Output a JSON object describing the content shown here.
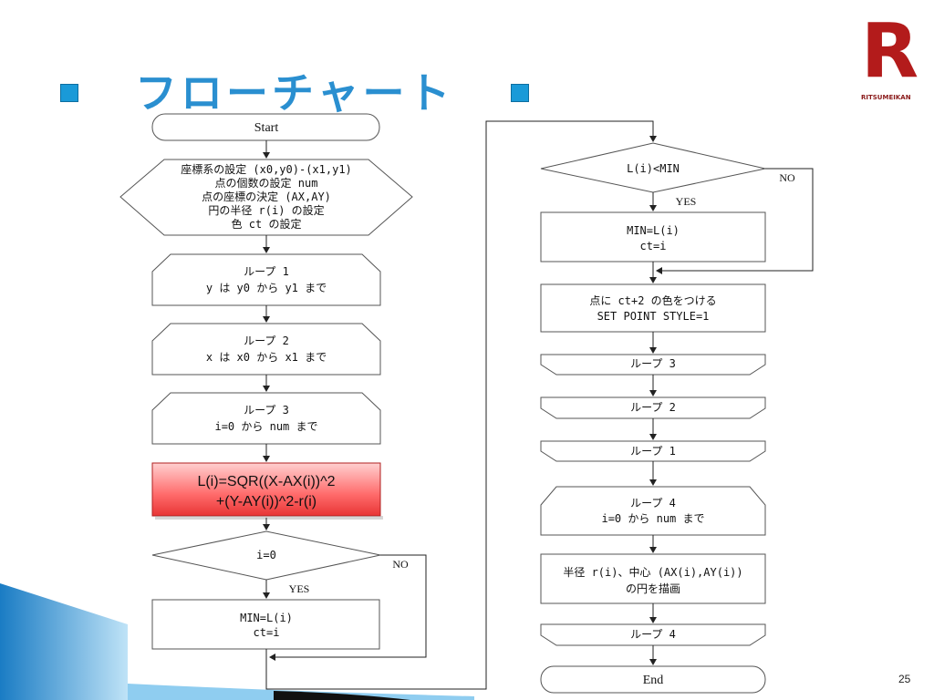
{
  "slide": {
    "title": "フローチャート",
    "page_number": "25",
    "logo": {
      "letter": "R",
      "text": "RITSUMEIKAN",
      "color": "#b31b1b"
    },
    "accent_color": "#1a9ad8"
  },
  "flow_left": {
    "start": "Start",
    "setup": [
      "座標系の設定 (x0,y0)-(x1,y1)",
      "点の個数の設定 num",
      "点の座標の決定 (AX,AY)",
      "円の半径 r(i) の設定",
      "色 ct の設定"
    ],
    "loop1": [
      "ループ 1",
      "y は y0 から y1 まで"
    ],
    "loop2": [
      "ループ 2",
      "x は x0 から x1 まで"
    ],
    "loop3": [
      "ループ 3",
      "i=0 から num まで"
    ],
    "formula": [
      "L(i)=SQR((X-AX(i))^2",
      "+(Y-AY(i))^2-r(i)"
    ],
    "decision": "i=0",
    "no": "NO",
    "yes": "YES",
    "process": [
      "MIN=L(i)",
      "ct=i"
    ]
  },
  "flow_right": {
    "decision": "L(i)<MIN",
    "no": "NO",
    "yes": "YES",
    "process": [
      "MIN=L(i)",
      "ct=i"
    ],
    "color_point": [
      "点に ct+2 の色をつける",
      "SET POINT STYLE=1"
    ],
    "loop3_end": "ループ 3",
    "loop2_end": "ループ 2",
    "loop1_end": "ループ 1",
    "loop4": [
      "ループ 4",
      "i=0 から num まで"
    ],
    "draw_circle": [
      "半径 r(i)、中心 (AX(i),AY(i))",
      "の円を描画"
    ],
    "loop4_end": "ループ 4",
    "end": "End"
  }
}
